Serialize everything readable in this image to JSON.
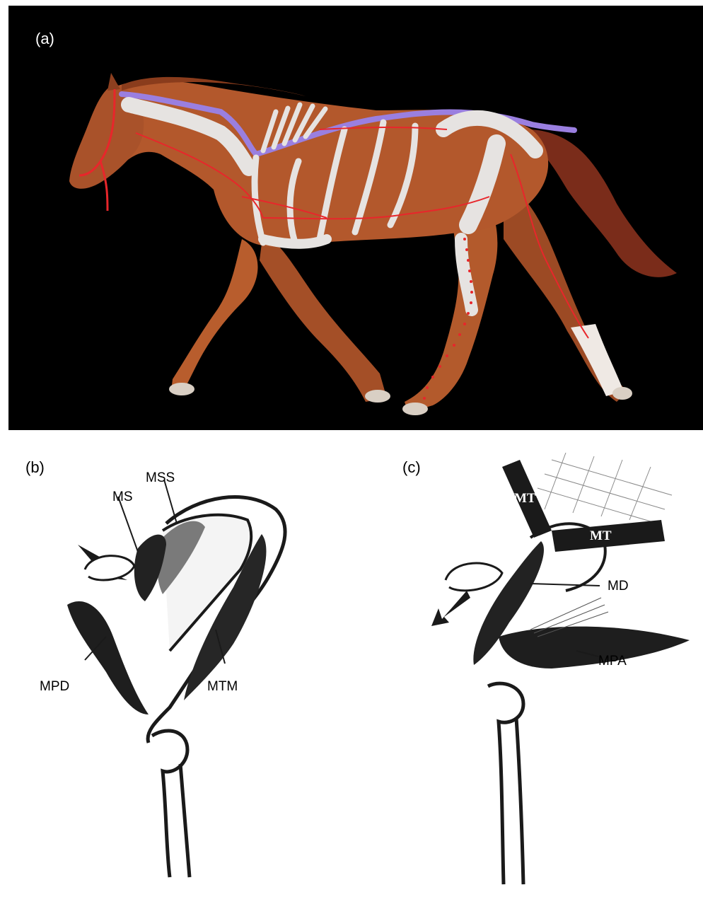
{
  "panels": {
    "a": {
      "label": "(a)"
    },
    "b": {
      "label": "(b)",
      "muscles": {
        "mss": "MSS",
        "ms": "MS",
        "mpd": "MPD",
        "mtm": "MTM"
      }
    },
    "c": {
      "label": "(c)",
      "muscles": {
        "mt_upper": "MT",
        "mt_lower": "MT",
        "md": "MD",
        "mpa": "MPA"
      }
    }
  },
  "colors": {
    "background_a": "#000000",
    "horse_coat": "#b3582c",
    "skeleton_paint": "#e6e3e1",
    "muscle_lines": "#e8262b",
    "topline": "#9a7fe0",
    "ink": "#1a1a1a"
  }
}
